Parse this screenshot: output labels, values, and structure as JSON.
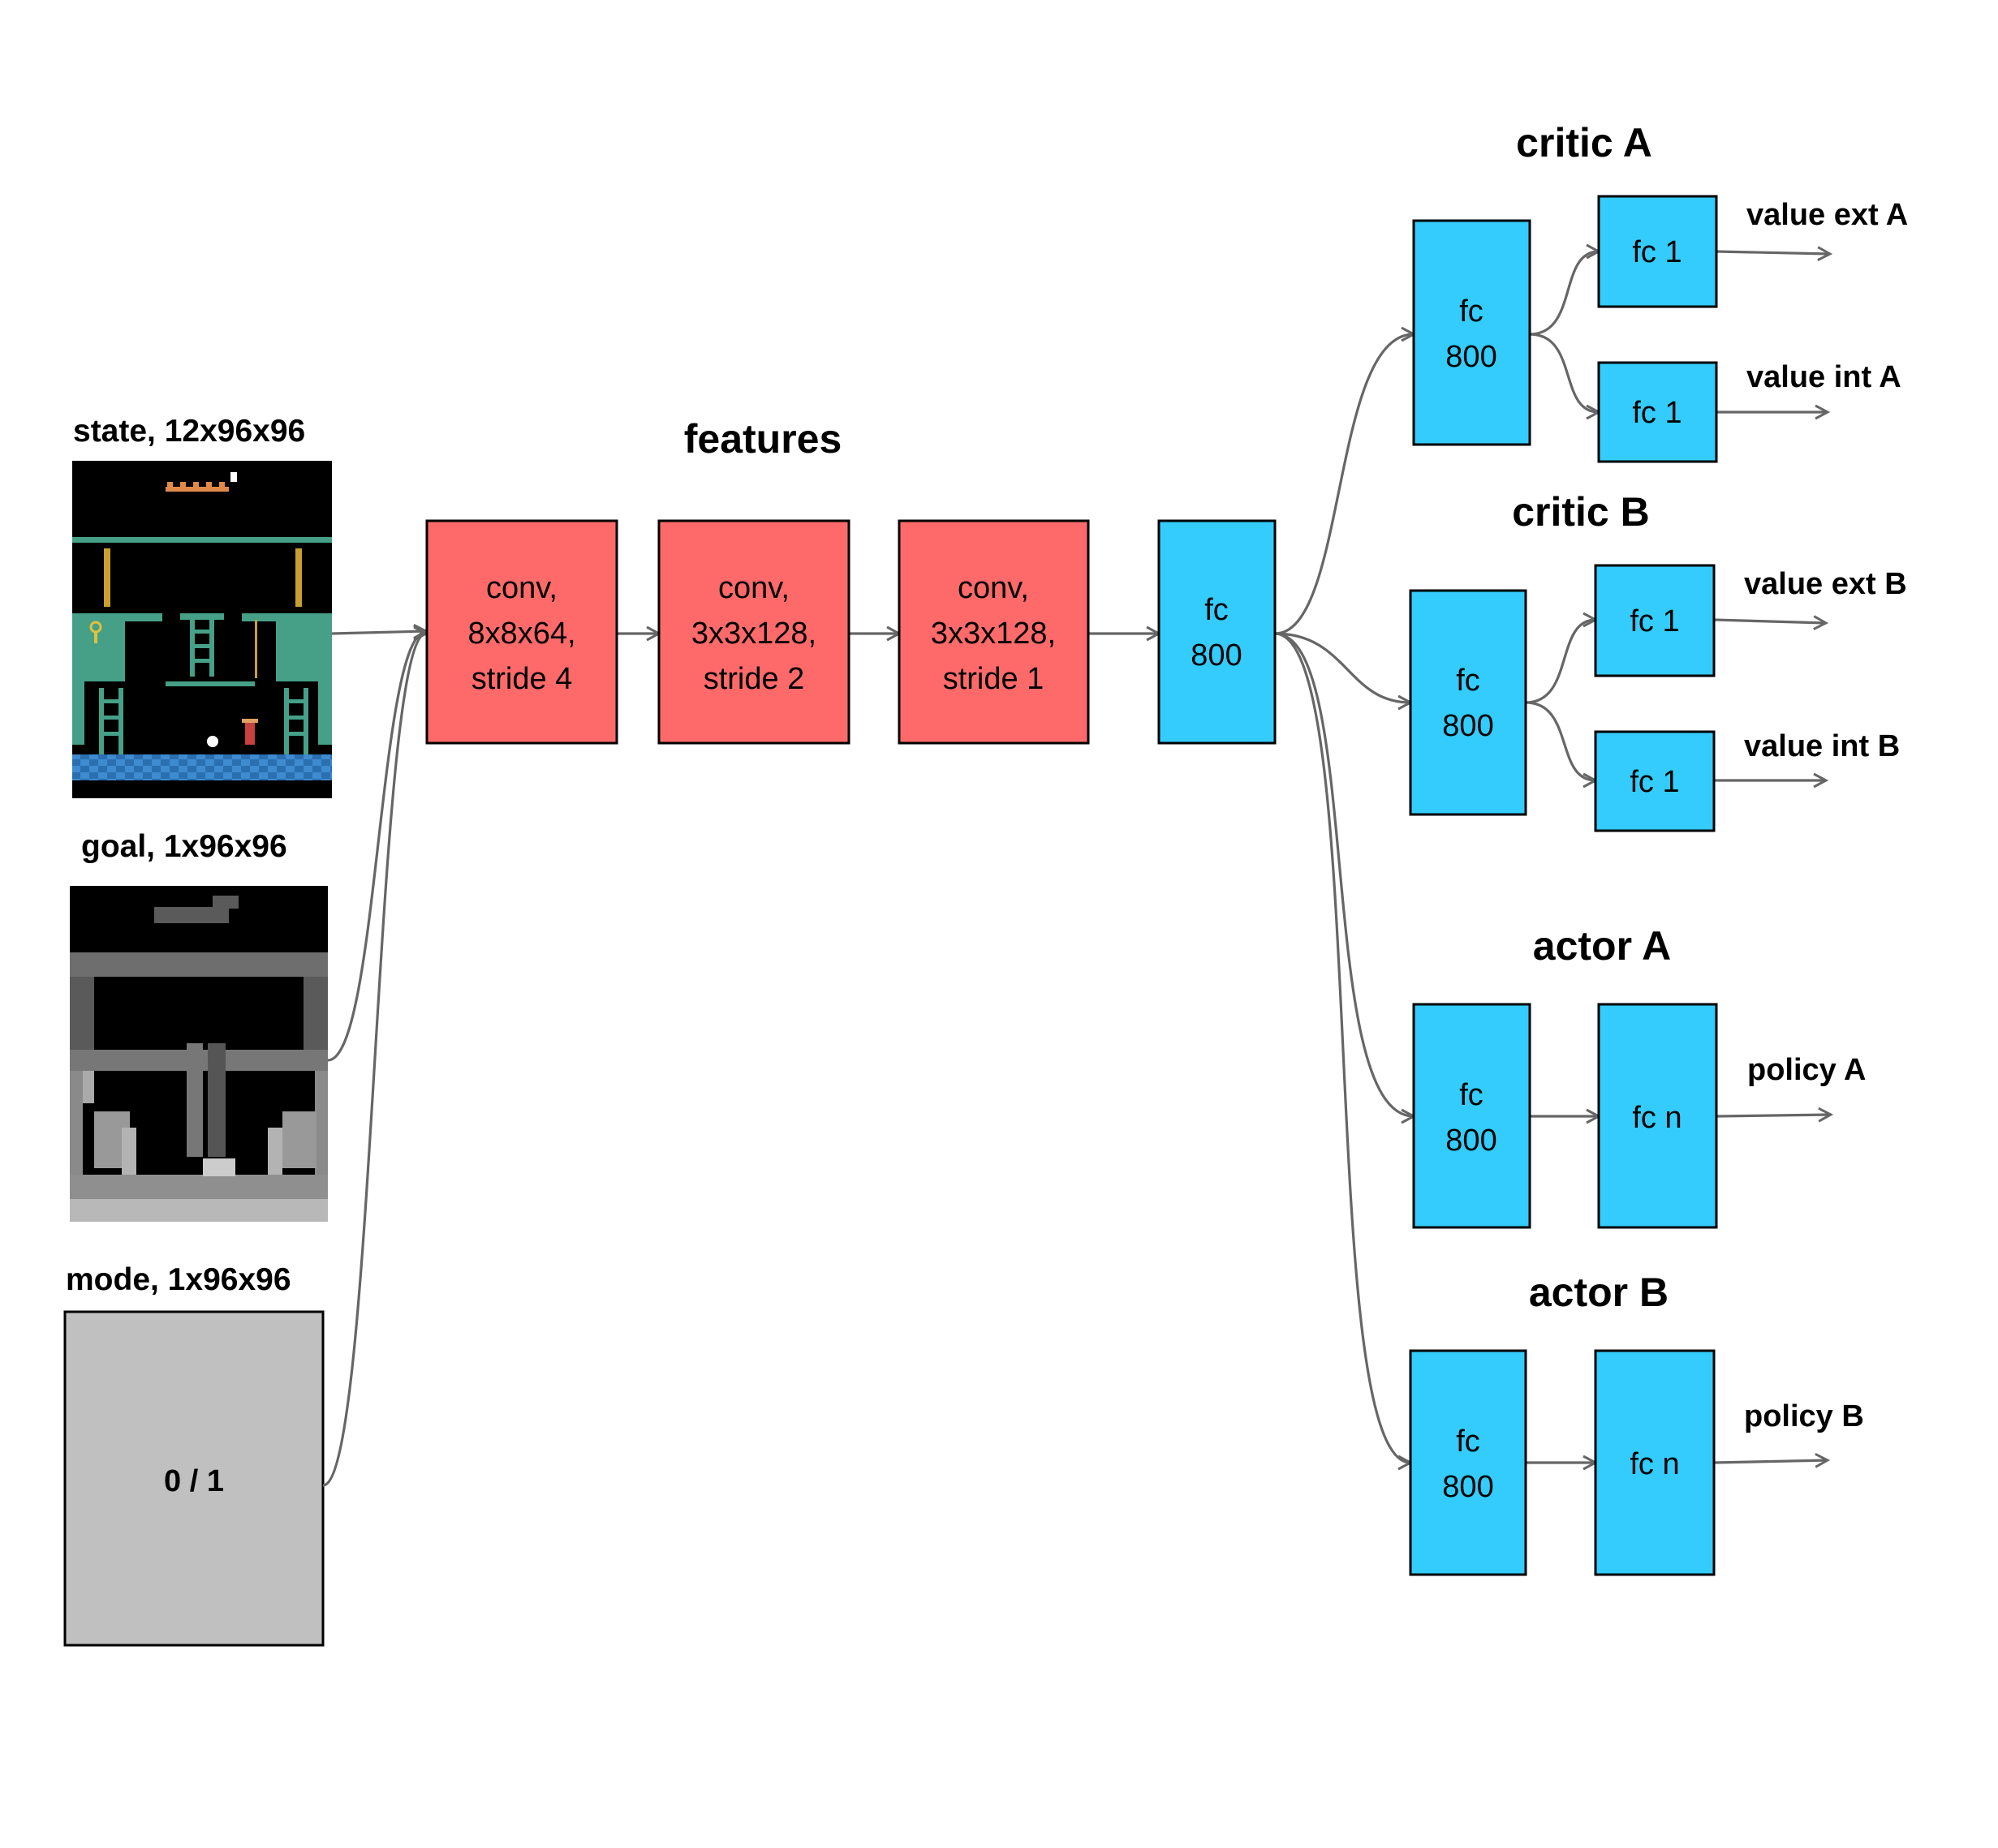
{
  "inputs": {
    "state": {
      "label": "state, 12x96x96"
    },
    "goal": {
      "label": "goal, 1x96x96"
    },
    "mode": {
      "label": "mode, 1x96x96",
      "value": "0 / 1"
    }
  },
  "features": {
    "title": "features",
    "conv1": [
      "conv,",
      "8x8x64,",
      "stride 4"
    ],
    "conv2": [
      "conv,",
      "3x3x128,",
      "stride 2"
    ],
    "conv3": [
      "conv,",
      "3x3x128,",
      "stride 1"
    ],
    "fc": [
      "fc",
      "800"
    ]
  },
  "heads": {
    "critic_a": {
      "title": "critic A",
      "fc": [
        "fc",
        "800"
      ],
      "ext_fc": "fc 1",
      "int_fc": "fc 1",
      "ext_out": "value ext A",
      "int_out": "value int A"
    },
    "critic_b": {
      "title": "critic B",
      "fc": [
        "fc",
        "800"
      ],
      "ext_fc": "fc 1",
      "int_fc": "fc 1",
      "ext_out": "value ext B",
      "int_out": "value int B"
    },
    "actor_a": {
      "title": "actor A",
      "fc": [
        "fc",
        "800"
      ],
      "out_fc": "fc n",
      "out": "policy A"
    },
    "actor_b": {
      "title": "actor B",
      "fc": [
        "fc",
        "800"
      ],
      "out_fc": "fc n",
      "out": "policy B"
    }
  },
  "colors": {
    "conv": "#fe6a6a",
    "fc": "#33ccfd",
    "mode_box": "#c0c0c0",
    "edge": "#666666",
    "teal": "#45a087"
  }
}
